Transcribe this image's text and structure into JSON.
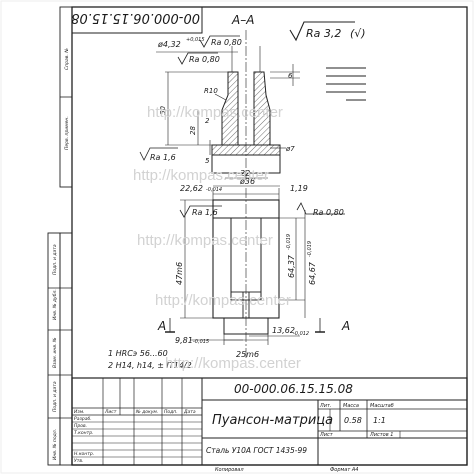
{
  "doc_code_rotated": "00-000.06.15.15.08",
  "section_label": "A–A",
  "roughness_general": "Ra 3,2",
  "roughness_general_paren": "(√)",
  "dims": {
    "d_top": "ø4,32",
    "d_top_tol": "+0,015",
    "ra_top1": "Ra 0,80",
    "ra_top2": "Ra 0,80",
    "r10": "R10",
    "h6": "6",
    "h50": "50",
    "h28": "28",
    "h2": "2",
    "h5": "5",
    "ra_left": "Ra 1,6",
    "d22": "22",
    "d36": "ø36",
    "d7": "ø7",
    "dim_2262": "22,62",
    "dim_2262_tol": "-0,014",
    "dim_119": "1,19",
    "ra_mid_left": "Ra 1,6",
    "ra_mid_right": "Ra 0,80",
    "d47m6": "47m6",
    "dim_6437": "64,37",
    "dim_6437_tol": "-0,019",
    "dim_6467": "64,67",
    "dim_6467_tol": "-0,019",
    "dim_981": "9,81",
    "dim_981_tol": "-0,015",
    "dim_1362": "13,62",
    "dim_1362_tol": "-0,012",
    "d25m6": "25m6",
    "cut_a_left": "A",
    "cut_a_right": "A"
  },
  "notes": [
    "1  HRCэ 56...60",
    "2  H14, h14, ± IT14/2"
  ],
  "watermark": "http://kompas.center",
  "title_block": {
    "doc_code": "00-000.06.15.15.08",
    "part_name": "Пуансон-матрица",
    "material": "Сталь  У10А ГОСТ 1435-99",
    "lit_header": "Лит.",
    "mass_header": "Масса",
    "scale_header": "Масштаб",
    "mass": "0.58",
    "scale": "1:1",
    "sheet": "Лист",
    "sheets": "Листов  1",
    "rows": [
      "Изм.",
      "Лист",
      "№ докум.",
      "Подп.",
      "Дата"
    ],
    "roles": [
      "Разраб.",
      "Пров.",
      "Т.контр.",
      "",
      "Н.контр.",
      "Утв."
    ]
  },
  "footer": {
    "copied": "Копировал",
    "format": "Формат  А4"
  },
  "side_strip": {
    "items": [
      "Перв. примен.",
      "Справ. №",
      "Подп. и дата",
      "Инв. № дубл.",
      "Взам. инв. №",
      "Подп. и дата",
      "Инв. № подл."
    ]
  }
}
